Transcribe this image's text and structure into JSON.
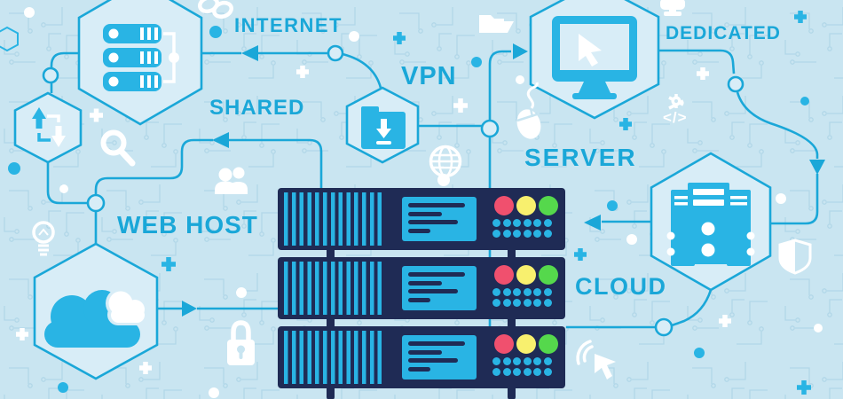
{
  "illustration": {
    "type": "web-hosting-concept-infographic",
    "labels": {
      "internet": "INTERNET",
      "vpn": "VPN",
      "shared": "SHARED",
      "dedicated": "DEDICATED",
      "server": "SERVER",
      "web_host": "WEB HOST",
      "cloud": "CLOUD"
    },
    "colors": {
      "background": "#c9e5f1",
      "primary": "#1aa7d8",
      "cyan": "#29b4e4",
      "navy": "#1f2b55",
      "hexfill": "#d8edf7",
      "pattern": "#9dcbe0",
      "white": "#ffffff",
      "status_red": "#f0506e",
      "status_yellow": "#f8f06e",
      "status_green": "#55d84c"
    },
    "rack": {
      "units": 3,
      "status_lights": [
        "#f0506e",
        "#f8f06e",
        "#55d84c"
      ],
      "indicator_rows": 2,
      "indicator_cols": 6,
      "indicator_color": "#29b4e4"
    },
    "icons": {
      "code_glyph": "</>",
      "names": [
        "server-stack-icon",
        "sync-arrows-icon",
        "folder-download-icon",
        "monitor-cursor-icon",
        "tower-servers-icon",
        "cloud-icon",
        "open-folder-icon",
        "chain-link-icon",
        "stamp-icon",
        "magnifier-icon",
        "mouse-icon",
        "globe-icon",
        "people-icon",
        "lightbulb-icon",
        "lock-icon",
        "click-cursor-icon",
        "shield-icon",
        "gear-icon",
        "code-icon"
      ]
    }
  }
}
